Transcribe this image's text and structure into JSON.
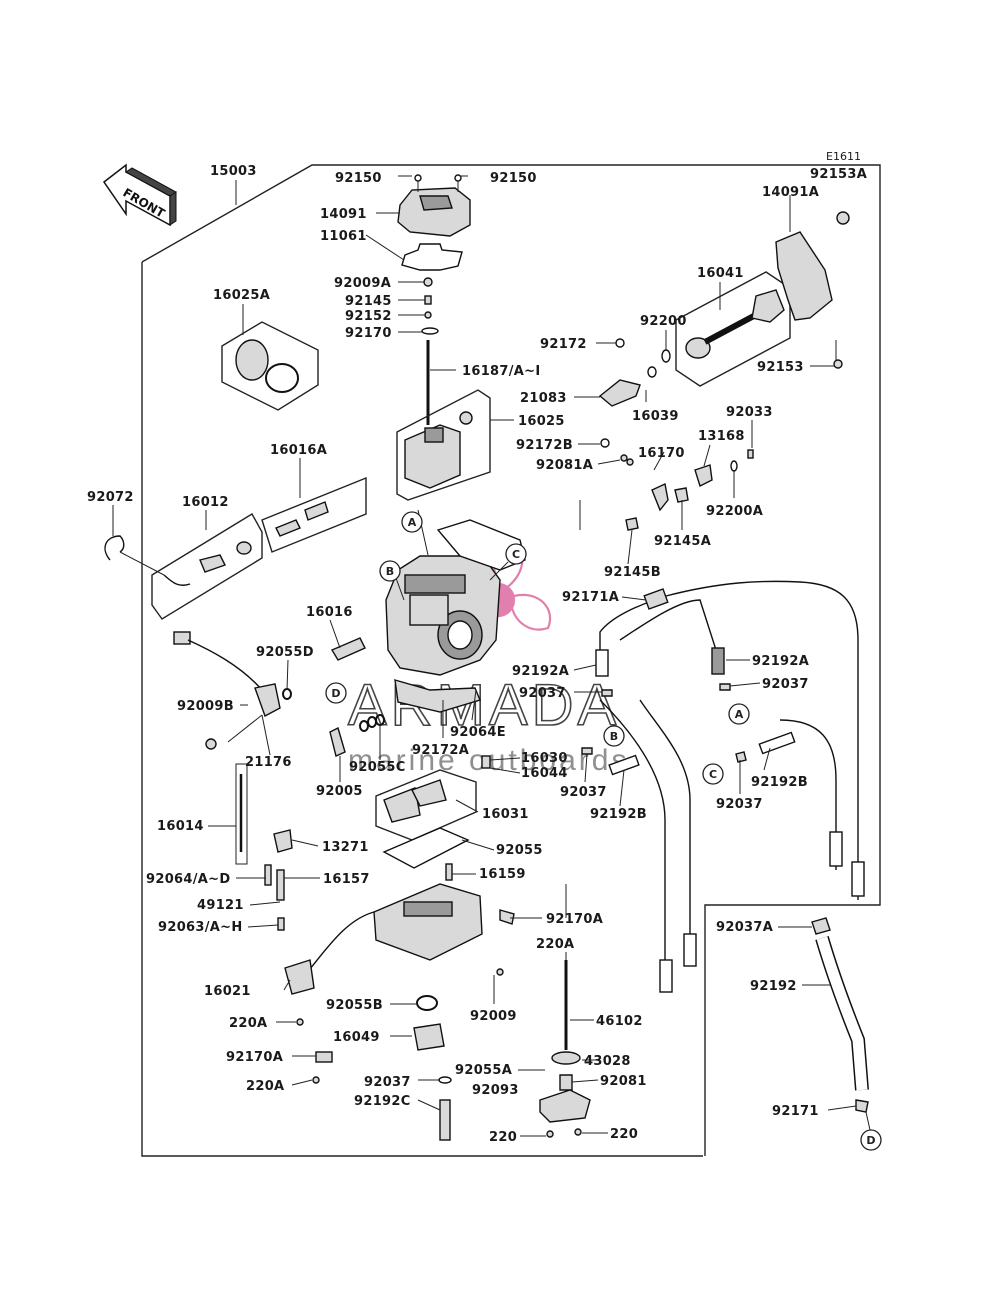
{
  "diagram_code": "E1611",
  "front_label": "FRONT",
  "watermark": {
    "brand": "ARMADA",
    "tagline": "marine outboards",
    "accent_color": "#e07aa8"
  },
  "callouts": {
    "a": "A",
    "b": "B",
    "c": "C",
    "d": "D"
  },
  "parts": [
    "15003",
    "92150",
    "92150",
    "92153A",
    "14091",
    "14091A",
    "11061",
    "92009A",
    "92145",
    "92152",
    "92170",
    "16025A",
    "16041",
    "92200",
    "92172",
    "92153",
    "16187/A~I",
    "21083",
    "16039",
    "16025",
    "92033",
    "92172B",
    "13168",
    "16170",
    "92081A",
    "16016A",
    "92200A",
    "92072",
    "16012",
    "92145A",
    "92145B",
    "92171A",
    "16016",
    "92055D",
    "92192A",
    "92192A",
    "92037",
    "92037",
    "92009B",
    "92064E",
    "92172A",
    "16030",
    "21176",
    "92005",
    "92055C",
    "16044",
    "92037",
    "92192B",
    "92037",
    "92192B",
    "16014",
    "16031",
    "13271",
    "92055",
    "92064/A~D",
    "16157",
    "16159",
    "49121",
    "92170A",
    "92063/A~H",
    "92037A",
    "220A",
    "16021",
    "92192",
    "92055B",
    "92009",
    "220A",
    "46102",
    "16049",
    "92170A",
    "92055A",
    "43028",
    "220A",
    "92037",
    "92081",
    "92093",
    "92171",
    "92192C",
    "220",
    "220"
  ]
}
